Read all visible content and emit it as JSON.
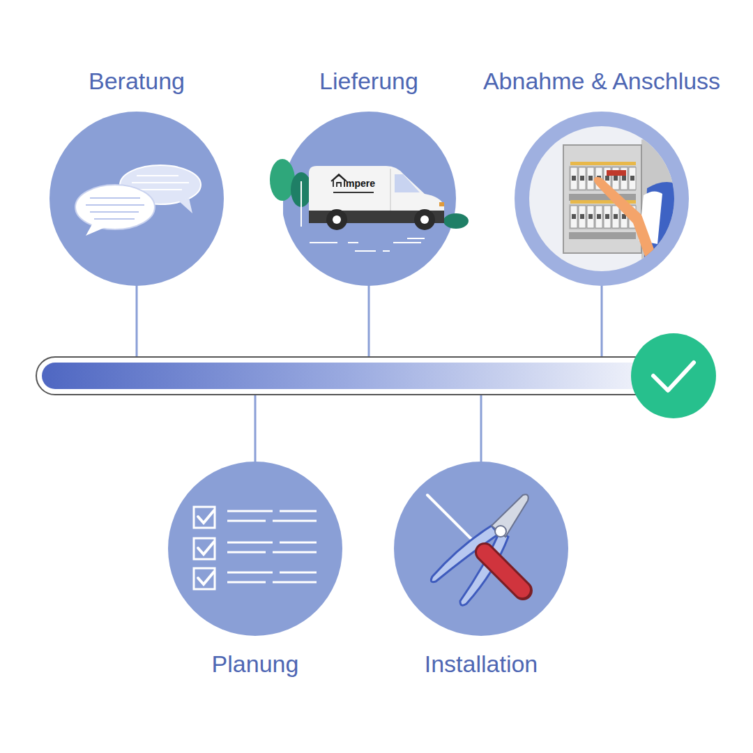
{
  "diagram": {
    "nodes": [
      {
        "text": [
          "Beratung"
        ]
      },
      {
        "text": [
          "Planung"
        ]
      },
      {
        "text": [
          "Lieferung"
        ]
      },
      {
        "text": [
          "Installation"
        ]
      },
      {
        "text": [
          "Abnahme & Anschluss"
        ]
      }
    ],
    "labels": [
      "mpere"
    ]
  }
}
